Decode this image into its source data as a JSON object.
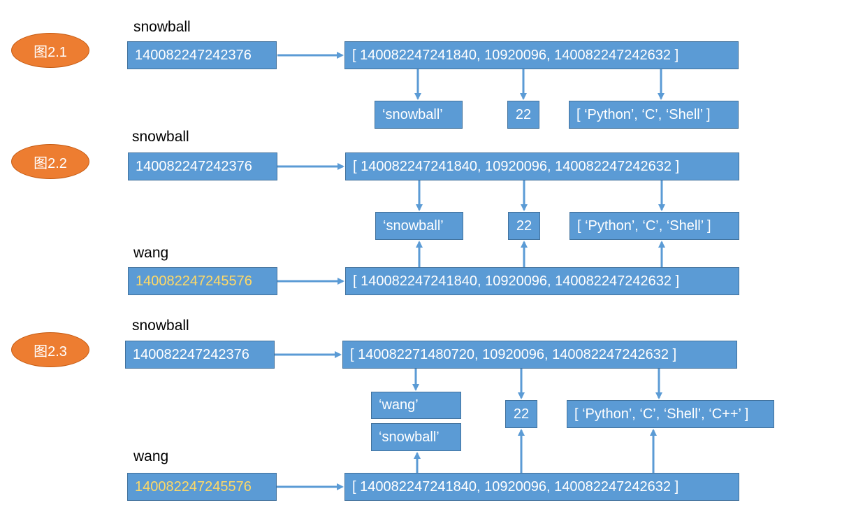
{
  "sections": [
    {
      "tag": "图2.1",
      "var1": {
        "name": "snowball",
        "id": "140082247242376",
        "list": "[ 140082247241840, 10920096, 140082247242632 ]"
      },
      "items": {
        "name": "‘snowball’",
        "age": "22",
        "langs": "[ ‘Python’, ‘C’, ‘Shell’ ]"
      }
    },
    {
      "tag": "图2.2",
      "var1": {
        "name": "snowball",
        "id": "140082247242376",
        "list": "[ 140082247241840, 10920096, 140082247242632 ]"
      },
      "items": {
        "name": "‘snowball’",
        "age": "22",
        "langs": "[ ‘Python’, ‘C’, ‘Shell’ ]"
      },
      "var2": {
        "name": "wang",
        "id": "140082247245576",
        "list": "[ 140082247241840, 10920096, 140082247242632 ]"
      }
    },
    {
      "tag": "图2.3",
      "var1": {
        "name": "snowball",
        "id": "140082247242376",
        "list": "[ 140082271480720, 10920096, 140082247242632 ]"
      },
      "items": {
        "name_new": "‘wang’",
        "name": "‘snowball’",
        "age": "22",
        "langs": "[ ‘Python’, ‘C’, ‘Shell’, ‘C++’ ]"
      },
      "var2": {
        "name": "wang",
        "id": "140082247245576",
        "list": "[ 140082247241840, 10920096, 140082247242632 ]"
      }
    }
  ],
  "colors": {
    "box": "#5b9bd5",
    "oval": "#ed7d31",
    "arrow": "#5b9bd5",
    "highlight_text": "#ffd966"
  }
}
